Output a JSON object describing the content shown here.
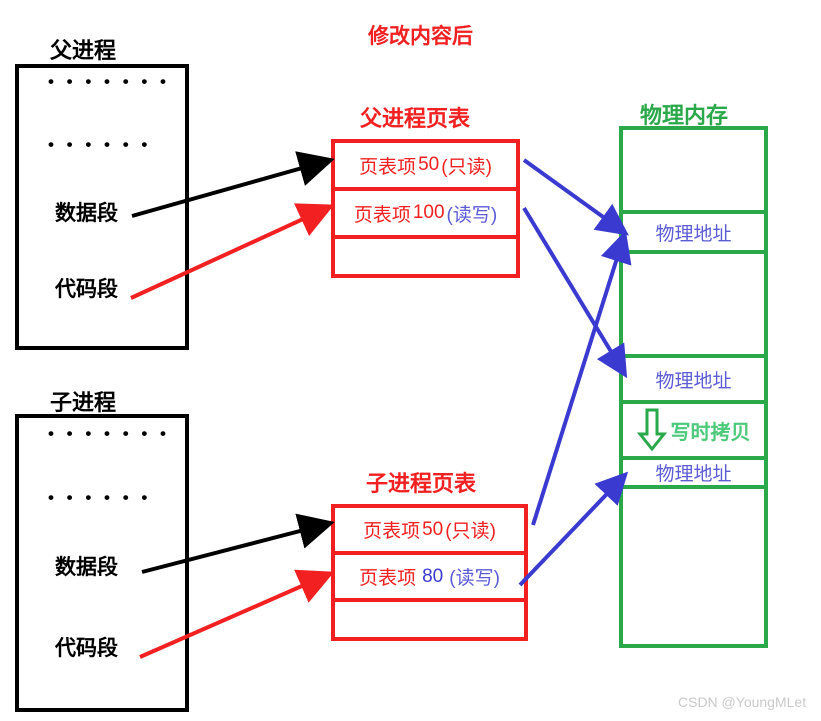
{
  "title": "修改内容后",
  "watermark": "CSDN @YoungMLet",
  "parent_process": {
    "title": "父进程",
    "dots_top": "• • • • • • •",
    "dots_mid": "• • • • • •",
    "data_segment": "数据段",
    "code_segment": "代码段"
  },
  "child_process": {
    "title": "子进程",
    "dots_top": "• • • • • • •",
    "dots_mid": "• • • • • •",
    "data_segment": "数据段",
    "code_segment": "代码段"
  },
  "parent_page_table": {
    "title": "父进程页表",
    "rows": [
      {
        "prefix": "页表项",
        "number": "50",
        "perm": "(只读)",
        "number_color": "red",
        "perm_color": "red"
      },
      {
        "prefix": "页表项",
        "number": "100",
        "perm": "(读写)",
        "number_color": "red",
        "perm_color": "blue"
      },
      {
        "prefix": "",
        "number": "",
        "perm": "",
        "number_color": "red",
        "perm_color": "red"
      }
    ]
  },
  "child_page_table": {
    "title": "子进程页表",
    "rows": [
      {
        "prefix": "页表项",
        "number": "50",
        "perm": "(只读)",
        "number_color": "red",
        "perm_color": "red"
      },
      {
        "prefix": "页表项",
        "number": "80",
        "perm": "(读写)",
        "number_color": "blue",
        "perm_color": "blue"
      },
      {
        "prefix": "",
        "number": "",
        "perm": "",
        "number_color": "red",
        "perm_color": "red"
      }
    ]
  },
  "physical_memory": {
    "title": "物理内存",
    "address_label_1": "物理地址",
    "address_label_2": "物理地址",
    "address_label_3": "物理地址",
    "cow_label": "写时拷贝",
    "cow_icon": "down-arrow-icon"
  },
  "colors": {
    "red": "#f22020",
    "green": "#2aa84a",
    "blue": "#3a3ad0",
    "black": "#000000",
    "light_green": "#4cc97a",
    "violet": "#5b5bd6"
  }
}
